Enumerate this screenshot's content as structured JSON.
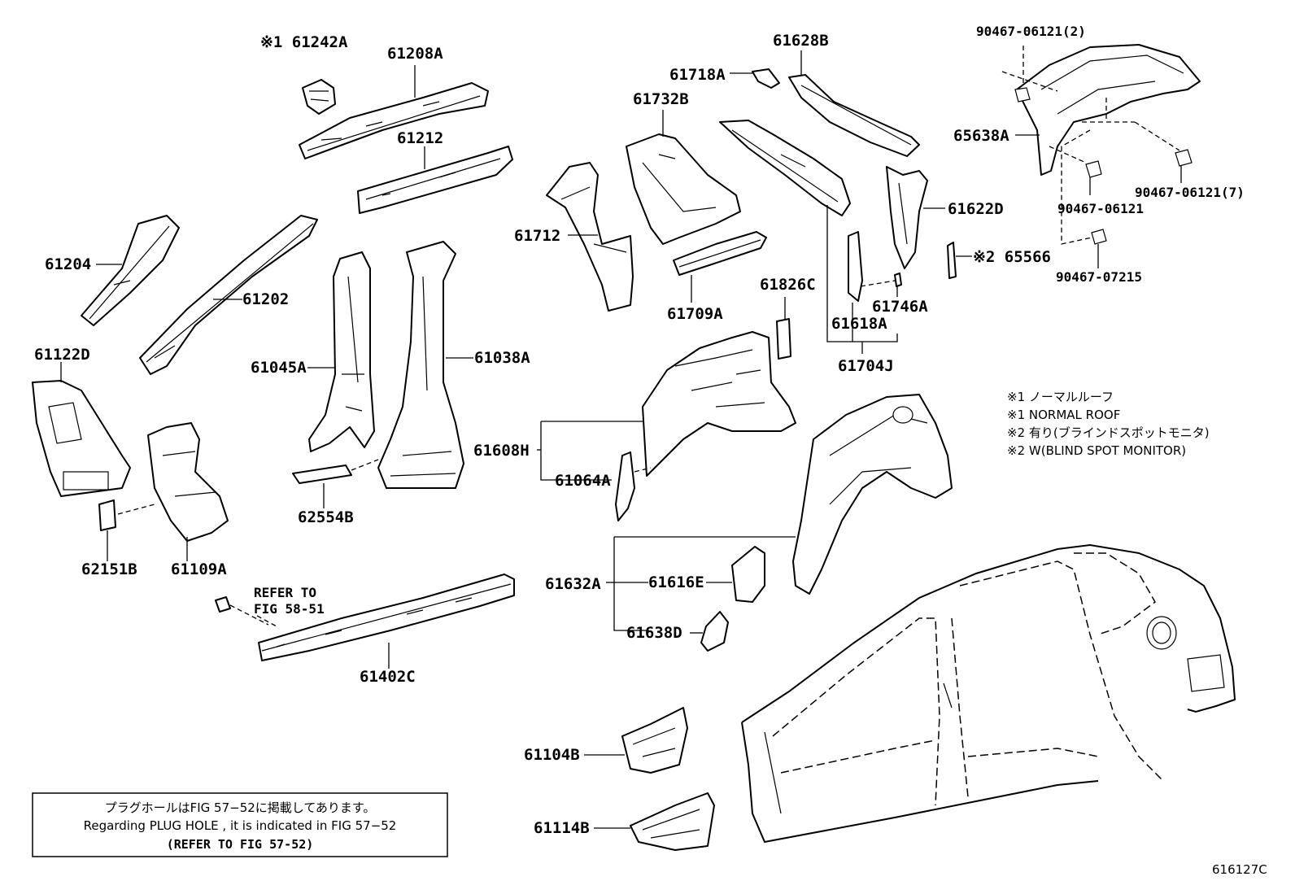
{
  "labels": {
    "p61242A": "※1 61242A",
    "p61208A": "61208A",
    "p61212": "61212",
    "p61204": "61204",
    "p61202": "61202",
    "p61122D": "61122D",
    "p61045A": "61045A",
    "p61038A": "61038A",
    "p62554B": "62554B",
    "p62151B": "62151B",
    "p61109A": "61109A",
    "p61402C": "61402C",
    "p61712": "61712",
    "p61732B": "61732B",
    "p61718A": "61718A",
    "p61628B": "61628B",
    "p61709A": "61709A",
    "p61826C": "61826C",
    "p61746A": "61746A",
    "p61618A": "61618A",
    "p61704J": "61704J",
    "p61622D": "61622D",
    "p65566": "※2 65566",
    "p65638A": "65638A",
    "p90467_06121_2": "90467-06121(2)",
    "p90467_06121": "90467-06121",
    "p90467_06121_7": "90467-06121(7)",
    "p90467_07215": "90467-07215",
    "p61608H": "61608H",
    "p61064A": "61064A",
    "p61632A": "61632A",
    "p61616E": "61616E",
    "p61638D": "61638D",
    "p61104B": "61104B",
    "p61114B": "61114B",
    "refer_to": "REFER TO",
    "fig_58_51": "FIG 58-51"
  },
  "legend": [
    "※1 ノーマルルーフ",
    "※1 NORMAL ROOF",
    "※2 有り(ブラインドスポットモニタ)",
    "※2 W(BLIND SPOT MONITOR)"
  ],
  "note": {
    "line1": "プラグホールはFIG 57−52に掲載してあります。",
    "line2": "Regarding  PLUG  HOLE , it is indicated in FIG  57−52",
    "line3": "(REFER  TO  FIG  57-52)"
  },
  "figure_id": "616127C"
}
